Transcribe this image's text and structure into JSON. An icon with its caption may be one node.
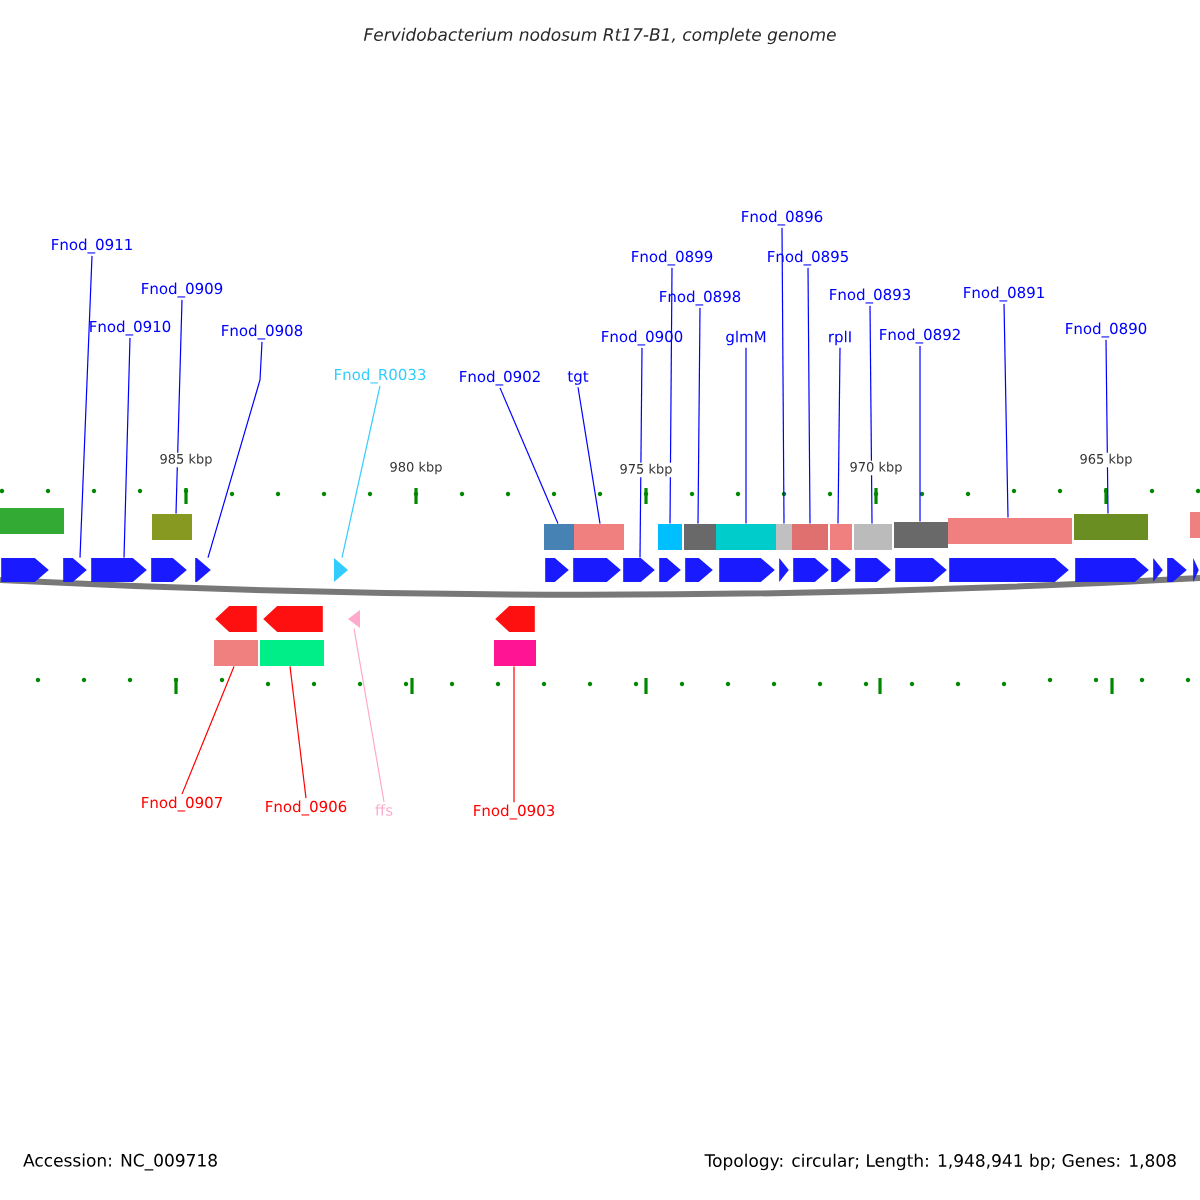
{
  "diagram": {
    "title": "Fervidobacterium nodosum Rt17-B1, complete genome",
    "nodes": [
      {
        "text": [
          "Fnod_0911"
        ]
      },
      {
        "text": [
          "Fnod_0910"
        ]
      },
      {
        "text": [
          "Fnod_0909"
        ]
      },
      {
        "text": [
          "Fnod_0908"
        ]
      },
      {
        "text": [
          "Fnod_R0033"
        ]
      },
      {
        "text": [
          "Fnod_0902"
        ]
      },
      {
        "text": [
          "tgt"
        ]
      },
      {
        "text": [
          "Fnod_0900"
        ]
      },
      {
        "text": [
          "Fnod_0899"
        ]
      },
      {
        "text": [
          "Fnod_0898"
        ]
      },
      {
        "text": [
          "glmM"
        ]
      },
      {
        "text": [
          "Fnod_0896"
        ]
      },
      {
        "text": [
          "Fnod_0895"
        ]
      },
      {
        "text": [
          "rplI"
        ]
      },
      {
        "text": [
          "Fnod_0893"
        ]
      },
      {
        "text": [
          "Fnod_0892"
        ]
      },
      {
        "text": [
          "Fnod_0891"
        ]
      },
      {
        "text": [
          "Fnod_0890"
        ]
      },
      {
        "text": [
          "Fnod_0907"
        ]
      },
      {
        "text": [
          "Fnod_0906"
        ]
      },
      {
        "text": [
          "ffs"
        ]
      },
      {
        "text": [
          "Fnod_0903"
        ]
      },
      {
        "text": [],
        "shape": "box"
      },
      {
        "text": [],
        "shape": "box"
      },
      {
        "text": [],
        "shape": "box"
      },
      {
        "text": [],
        "shape": "box"
      },
      {
        "text": [],
        "shape": "box"
      },
      {
        "text": [],
        "shape": "box"
      },
      {
        "text": [],
        "shape": "box"
      },
      {
        "text": [],
        "shape": "box"
      },
      {
        "text": [],
        "shape": "box"
      },
      {
        "text": [],
        "shape": "box"
      },
      {
        "text": [],
        "shape": "box"
      },
      {
        "text": [],
        "shape": "box"
      },
      {
        "text": [],
        "shape": "box"
      },
      {
        "text": [],
        "shape": "box"
      },
      {
        "text": [],
        "shape": "box"
      },
      {
        "text": [],
        "shape": "arrow"
      },
      {
        "text": [],
        "shape": "arrow"
      },
      {
        "text": [],
        "shape": "arrow"
      },
      {
        "text": [],
        "shape": "arrow"
      },
      {
        "text": [],
        "shape": "arrow"
      },
      {
        "text": [],
        "shape": "triangle"
      },
      {
        "text": [],
        "shape": "arrow"
      },
      {
        "text": [],
        "shape": "arrow"
      },
      {
        "text": [],
        "shape": "arrow"
      },
      {
        "text": [],
        "shape": "arrow"
      },
      {
        "text": [],
        "shape": "arrow"
      },
      {
        "text": [],
        "shape": "arrow"
      },
      {
        "text": [],
        "shape": "arrow"
      },
      {
        "text": [],
        "shape": "arrow"
      },
      {
        "text": [],
        "shape": "arrow"
      },
      {
        "text": [],
        "shape": "arrow"
      },
      {
        "text": [],
        "shape": "arrow"
      },
      {
        "text": [],
        "shape": "arrow"
      },
      {
        "text": [],
        "shape": "arrow"
      },
      {
        "text": [],
        "shape": "arrow"
      },
      {
        "text": [],
        "shape": "arrow"
      },
      {
        "text": [],
        "shape": "arrow"
      },
      {
        "text": [],
        "shape": "arrow"
      },
      {
        "text": [],
        "shape": "arrow"
      },
      {
        "text": [],
        "shape": "triangle"
      },
      {
        "text": [],
        "shape": "arrow"
      },
      {
        "text": [],
        "shape": "box"
      },
      {
        "text": [],
        "shape": "box"
      },
      {
        "text": [],
        "shape": "box"
      }
    ],
    "edges": [
      {
        "from": 0,
        "to": 38,
        "arrow": "none"
      },
      {
        "from": 1,
        "to": 39,
        "arrow": "none"
      },
      {
        "from": 2,
        "to": 23,
        "arrow": "none"
      },
      {
        "from": 3,
        "to": 41,
        "arrow": "none"
      },
      {
        "from": 4,
        "to": 42,
        "arrow": "none",
        "color": "#33ccff"
      },
      {
        "from": 5,
        "to": 24,
        "arrow": "none"
      },
      {
        "from": 6,
        "to": 25,
        "arrow": "none"
      },
      {
        "from": 7,
        "to": 45,
        "arrow": "none"
      },
      {
        "from": 8,
        "to": 26,
        "arrow": "none"
      },
      {
        "from": 9,
        "to": 27,
        "arrow": "none"
      },
      {
        "from": 10,
        "to": 28,
        "arrow": "none"
      },
      {
        "from": 11,
        "to": 29,
        "arrow": "none"
      },
      {
        "from": 12,
        "to": 30,
        "arrow": "none"
      },
      {
        "from": 13,
        "to": 31,
        "arrow": "none"
      },
      {
        "from": 14,
        "to": 32,
        "arrow": "none"
      },
      {
        "from": 15,
        "to": 33,
        "arrow": "none"
      },
      {
        "from": 16,
        "to": 34,
        "arrow": "none"
      },
      {
        "from": 17,
        "to": 35,
        "arrow": "none"
      },
      {
        "from": 18,
        "to": 63,
        "arrow": "none",
        "color": "#ff0000"
      },
      {
        "from": 19,
        "to": 64,
        "arrow": "none",
        "color": "#ff0000"
      },
      {
        "from": 20,
        "to": 61,
        "arrow": "none",
        "color": "#ffaacc"
      },
      {
        "from": 21,
        "to": 65,
        "arrow": "none",
        "color": "#ff0000"
      }
    ],
    "labels": [
      "985 kbp",
      "980 kbp",
      "975 kbp",
      "970 kbp",
      "965 kbp",
      "Accession: NC_009718",
      "Topology: circular; Length: 1,948,941 bp; Genes: 1,808"
    ]
  }
}
